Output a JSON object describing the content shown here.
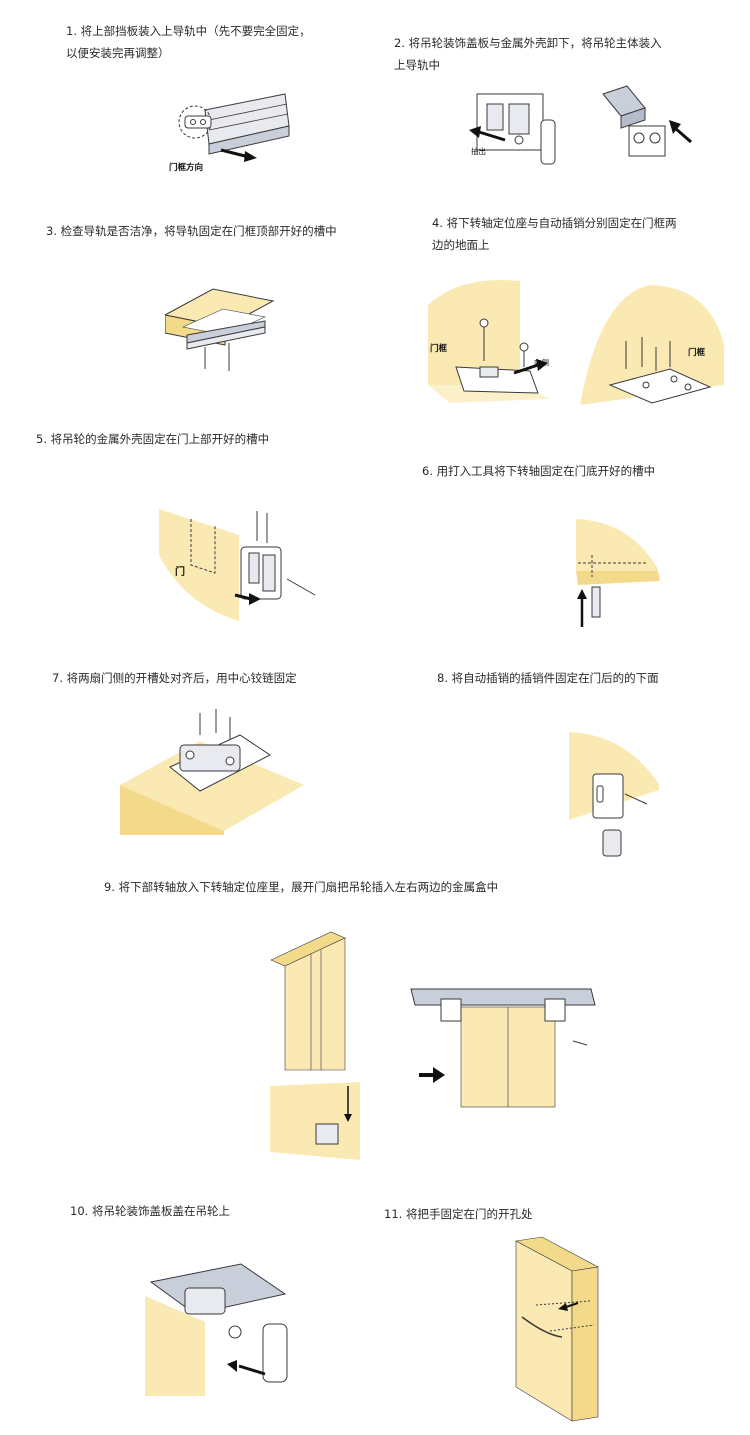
{
  "steps": [
    {
      "text": "1. 将上部挡板装入上导轨中（先不要完全固定，",
      "text2": "以便安装完再调整）",
      "labels": [
        "门框方向"
      ]
    },
    {
      "text": "2. 将吊轮装饰盖板与金属外壳卸下，将吊轮主体装入",
      "text2": "上导轨中",
      "labels": [
        "抽出"
      ]
    },
    {
      "text": "3. 检查导轨是否洁净，将导轨固定在门框顶部开好的槽中"
    },
    {
      "text": "4. 将下转轴定位座与自动插销分别固定在门框两",
      "text2": "边的地面上",
      "labels": [
        "门框",
        "内侧",
        "门框"
      ]
    },
    {
      "text": "5. 将吊轮的金属外壳固定在门上部开好的槽中",
      "labels": [
        "门"
      ]
    },
    {
      "text": "6. 用打入工具将下转轴固定在门底开好的槽中"
    },
    {
      "text": "7. 将两扇门侧的开槽处对齐后，用中心铰链固定"
    },
    {
      "text": "8. 将自动插销的插销件固定在门后的的下面"
    },
    {
      "text": "9. 将下部转轴放入下转轴定位座里，展开门扇把吊轮插入左右两边的金属盒中"
    },
    {
      "text": "10. 将吊轮装饰盖板盖在吊轮上"
    },
    {
      "text": "11. 将把手固定在门的开孔处"
    }
  ],
  "colors": {
    "wood": "#fbe9b4",
    "wood_edge": "#f3d98a",
    "metal": "#c9cedb",
    "line": "#3a3a3a"
  }
}
